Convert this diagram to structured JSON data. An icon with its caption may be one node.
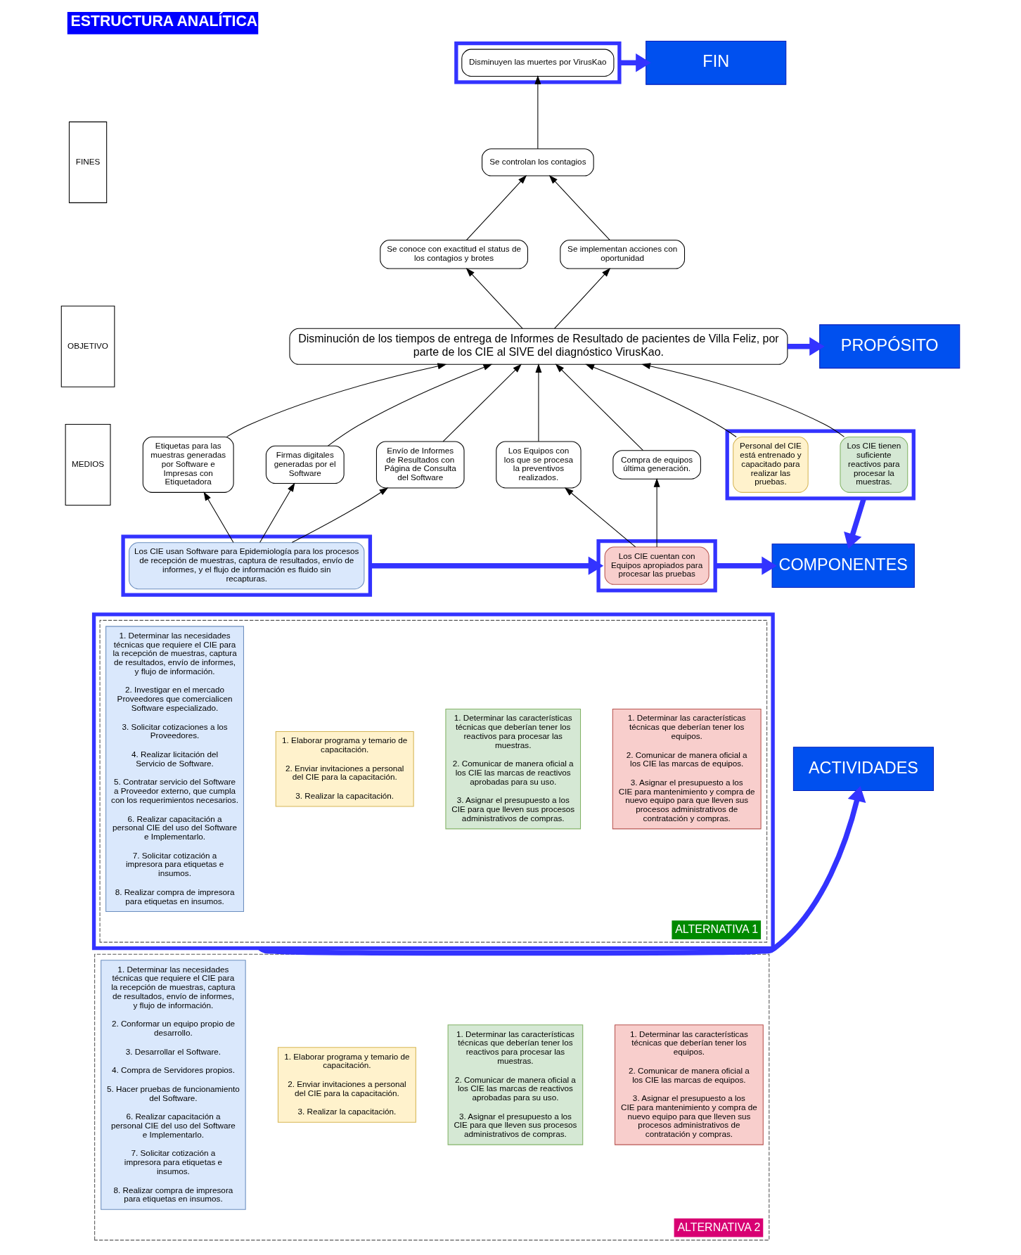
{
  "diagram": {
    "title": "ESTRUCTURA ANALÍTICA",
    "nodes": [
      {
        "text": [
          "FINES"
        ]
      },
      {
        "text": [
          "OBJETIVO"
        ]
      },
      {
        "text": [
          "MEDIOS"
        ]
      },
      {
        "text": [],
        "shape": "box"
      },
      {
        "text": [
          "Disminuyen las muertes por VirusKao"
        ],
        "in": 3
      },
      {
        "text": [
          "Se controlan los contagios"
        ]
      },
      {
        "text": [
          "Se conoce con exactitud el status de los contagios y brotes"
        ]
      },
      {
        "text": [
          "Se implementan acciones con oportunidad"
        ]
      },
      {
        "text": [
          "Disminución de los tiempos de entrega de Informes de Resultado de pacientes de Villa Feliz, por parte de los CIE al SIVE del diagnóstico VirusKao."
        ]
      },
      {
        "text": [
          "Etiquetas para las muestras generadas por Software e Impresas con Etiquetadora"
        ]
      },
      {
        "text": [
          "Firmas digitales generadas por el Software"
        ]
      },
      {
        "text": [
          "Envío de Informes de Resultados con Página de Consulta del Software"
        ]
      },
      {
        "text": [],
        "shape": "box"
      },
      {
        "text": [
          "Los CIE tienen suficiente reactivos para procesar la muestras."
        ],
        "in": 12
      },
      {
        "text": [
          "Personal del CIE está entrenado y capacitado para realizar las pruebas."
        ],
        "in": 12
      },
      {
        "text": [
          "Los Equipos con los que se procesa la preventivos realizados."
        ]
      },
      {
        "text": [
          "Compra de equipos última generación."
        ]
      },
      {
        "text": [],
        "shape": "box"
      },
      {
        "text": [
          "Los CIE usan Software para Epidemiología para los procesos de recepción de muestras, captura de resultados, envío de informes, y el flujo de información es fluido sin recapturas."
        ],
        "in": 17
      },
      {
        "text": [],
        "shape": "box"
      },
      {
        "text": [
          "Los CIE cuentan con Equipos apropiados para procesar las pruebas"
        ],
        "in": 19
      },
      {
        "text": [
          "FIN"
        ]
      },
      {
        "text": [
          "PROPÓSITO"
        ]
      },
      {
        "text": [
          "COMPONENTES"
        ]
      },
      {
        "text": [
          "ACTIVIDADES"
        ]
      },
      {
        "text": [],
        "shape": "box"
      },
      {
        "text": [
          "ALTERNATIVA 1"
        ],
        "in": 25
      },
      {
        "text": [
          "1. Determinar las necesidades técnicas que requiere el CIE para la recepción de muestras, captura de resultados, envío de informes, y flujo de información.",
          "2. Investigar en el mercado Proveedores que comercialicen Software especializado.",
          "3. Solicitar cotizaciones a los Proveedores.",
          "4. Realizar licitación del Servicio de Software.",
          "5. Contratar servicio del Software a Proveedor externo, que cumpla con los requerimientos necesarios.",
          "6. Realizar capacitación a personal CIE del uso del Software e Implementarlo.",
          "7. Solicitar cotización a impresora para etiquetas e insumos.",
          "8. Realizar compra de impresora para etiquetas en insumos."
        ],
        "in": 26
      },
      {
        "text": [
          "1. Determinar las características técnicas que deberían tener los reactivos para procesar las muestras.",
          "2. Comunicar de manera oficial a los CIE las marcas de reactivos aprobadas para su uso.",
          "3. Asignar el presupuesto a los CIE para que lleven sus procesos administrativos de compras."
        ],
        "in": 26
      },
      {
        "text": [
          "1. Elaborar programa y temario de capacitación.",
          "2. Enviar invitaciones a personal del CIE para la capacitación.",
          "3. Realizar la capacitación."
        ],
        "in": 26
      },
      {
        "text": [
          "1. Determinar las características técnicas que deberían tener los equipos.",
          "2. Comunicar de manera oficial a los CIE las marcas de equipos.",
          "3. Asignar el presupuesto a los CIE para mantenimiento y compra de nuevo equipo para que lleven sus procesos administrativos de contratación y compras."
        ],
        "in": 26
      },
      {
        "text": [
          "ALTERNATIVA 2"
        ]
      },
      {
        "text": [
          "1. Determinar las necesidades técnicas que requiere el CIE para la recepción de muestras, captura de resultados, envío de informes, y flujo de información.",
          "2. Conformar un equipo propio de desarrollo.",
          "3. Desarrollar el Software.",
          "4. Compra de Servidores propios.",
          "5. Hacer pruebas de funcionamiento del Software.",
          "6. Realizar capacitación a personal CIE del uso del Software e Implementarlo.",
          "7. Solicitar cotización a impresora para etiquetas e insumos.",
          "8. Realizar compra de impresora para etiquetas en insumos."
        ],
        "in": 31
      },
      {
        "text": [
          "1. Determinar las características técnicas que deberían tener los reactivos para procesar las muestras.",
          "2. Comunicar de manera oficial a los CIE las marcas de reactivos aprobadas para su uso.",
          "3. Asignar el presupuesto a los CIE para que lleven sus procesos administrativos de compras."
        ],
        "in": 31
      },
      {
        "text": [
          "1. Elaborar programa y temario de capacitación.",
          "2. Enviar invitaciones a personal del CIE para la capacitación.",
          "3. Realizar la capacitación."
        ],
        "in": 31
      },
      {
        "text": [
          "1. Determinar las características técnicas que deberían tener los equipos.",
          "2. Comunicar de manera oficial a los CIE las marcas de equipos.",
          "3. Asignar el presupuesto a los CIE para mantenimiento y compra de nuevo equipo para que lleven sus procesos administrativos de contratación y compras."
        ],
        "in": 31
      }
    ],
    "edges": [
      {
        "from": 5,
        "to": 4,
        "arrow": "to"
      },
      {
        "from": 6,
        "to": 5,
        "arrow": "to"
      },
      {
        "from": 7,
        "to": 5,
        "arrow": "to"
      },
      {
        "from": 8,
        "to": 6,
        "arrow": "to"
      },
      {
        "from": 8,
        "to": 7,
        "arrow": "to"
      },
      {
        "from": 9,
        "to": 8,
        "arrow": "to"
      },
      {
        "from": 10,
        "to": 8,
        "arrow": "to"
      },
      {
        "from": 11,
        "to": 8,
        "arrow": "to"
      },
      {
        "from": 13,
        "to": 8,
        "arrow": "to"
      },
      {
        "from": 14,
        "to": 8,
        "arrow": "to"
      },
      {
        "from": 15,
        "to": 8,
        "arrow": "to"
      },
      {
        "from": 16,
        "to": 8,
        "arrow": "to"
      },
      {
        "from": 18,
        "to": 9,
        "arrow": "to"
      },
      {
        "from": 18,
        "to": 10,
        "arrow": "to"
      },
      {
        "from": 18,
        "to": 11,
        "arrow": "to"
      },
      {
        "from": 20,
        "to": 15,
        "arrow": "to"
      },
      {
        "from": 20,
        "to": 16,
        "arrow": "to"
      },
      {
        "from": 3,
        "to": 21,
        "arrow": "to",
        "style": "thick",
        "color": "#3333ff"
      },
      {
        "from": 8,
        "to": 22,
        "arrow": "to",
        "style": "thick",
        "color": "#3333ff"
      },
      {
        "from": 12,
        "to": 23,
        "arrow": "to",
        "style": "thick",
        "color": "#3333ff"
      },
      {
        "from": 17,
        "to": 19,
        "arrow": "to",
        "style": "thick",
        "color": "#3333ff"
      },
      {
        "from": 19,
        "to": 23,
        "arrow": "to",
        "style": "thick",
        "color": "#3333ff"
      },
      {
        "from": 25,
        "to": 24,
        "arrow": "to",
        "style": "thick",
        "color": "#3333ff"
      }
    ]
  }
}
